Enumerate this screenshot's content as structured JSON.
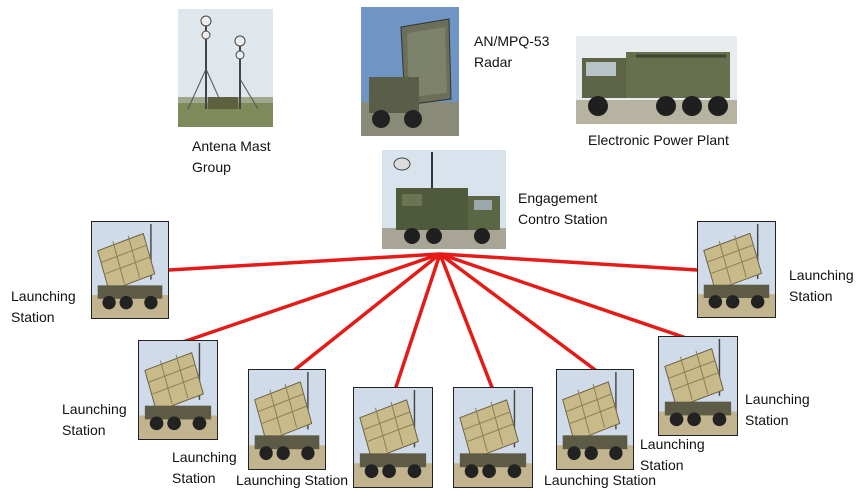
{
  "nodes": {
    "antenna": {
      "label": "Antena Mast\nGroup",
      "icon": "antenna-mast-photo"
    },
    "radar": {
      "label": "AN/MPQ-53\nRadar",
      "icon": "radar-photo"
    },
    "power": {
      "label": "Electronic Power Plant",
      "icon": "power-plant-truck-photo"
    },
    "ecs": {
      "label": "Engagement\nContro Station",
      "icon": "control-station-truck-photo"
    },
    "launchers": [
      {
        "label": "Launching\nStation"
      },
      {
        "label": "Launching\nStation"
      },
      {
        "label": "Launching\nStation"
      },
      {
        "label": "Launching Station"
      },
      {
        "label": "Launching Station"
      },
      {
        "label": "Launching\nStation"
      },
      {
        "label": "Launching\nStation"
      },
      {
        "label": "Launching\nStation"
      }
    ]
  },
  "colors": {
    "link": "#e41b17"
  }
}
